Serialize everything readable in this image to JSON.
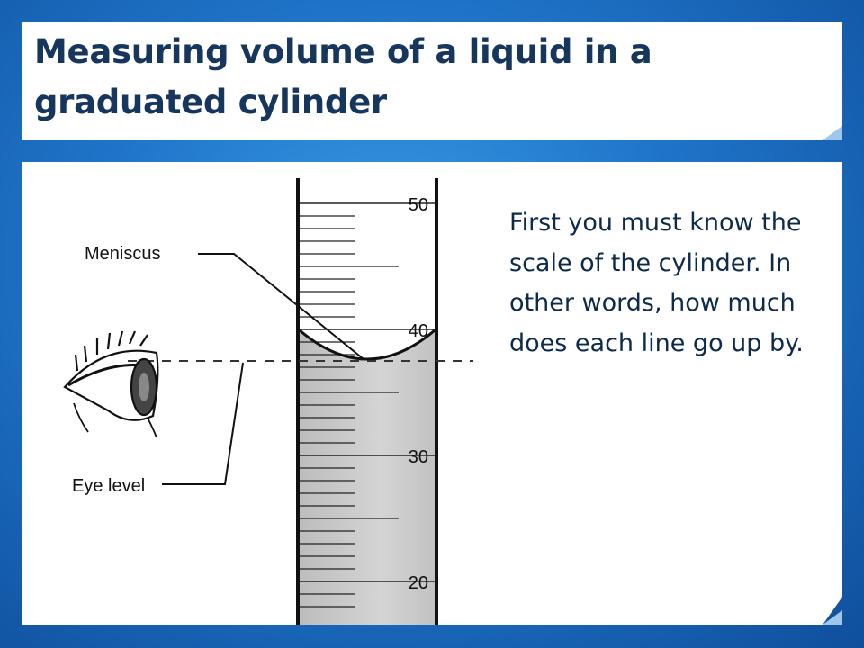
{
  "slide": {
    "title": "Measuring volume of a liquid in a graduated cylinder",
    "body": "First you must know the scale of the cylinder. In other words, how much does each line go up by."
  },
  "diagram": {
    "labels": {
      "meniscus": "Meniscus",
      "eye_level": "Eye level"
    },
    "scale_labels": [
      "50",
      "40",
      "30",
      "20"
    ],
    "liquid_level": 37.5,
    "scale_max_visible": 50
  },
  "colors": {
    "title_text": "#17365d",
    "body_text": "#0d2a4a",
    "background": "#1f74c9",
    "panel": "#ffffff"
  }
}
